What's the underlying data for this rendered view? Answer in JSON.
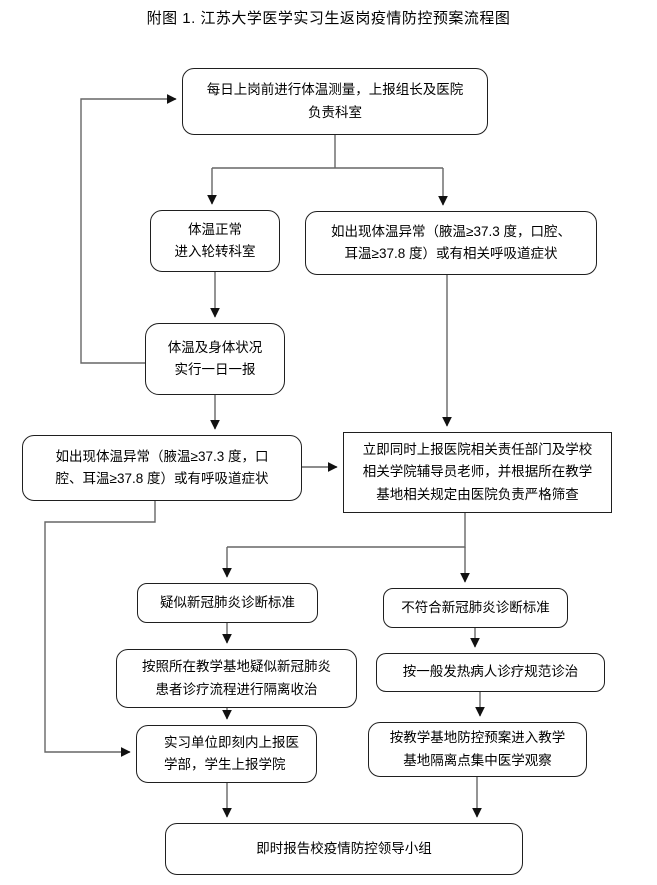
{
  "page": {
    "caption": "附图 1. 江苏大学医学实习生返岗疫情防控预案流程图"
  },
  "flowchart": {
    "nodes": {
      "daily_check": {
        "label": "每日上岗前进行体温测量，上报组长及医院\n负责科室"
      },
      "normal_temp": {
        "label": "体温正常\n进入轮转科室"
      },
      "abnormal_temp_duty": {
        "label": "如出现体温异常（腋温≥37.3 度，口腔、\n耳温≥37.8 度）或有相关呼吸道症状"
      },
      "daily_report": {
        "label": "体温及身体状况\n实行一日一报"
      },
      "abnormal_temp": {
        "label": "如出现体温异常（腋温≥37.3 度，口\n腔、耳温≥37.8 度）或有呼吸道症状"
      },
      "report_hospital": {
        "label": "立即同时上报医院相关责任部门及学校\n相关学院辅导员老师，并根据所在教学\n基地相关规定由医院负责严格筛查"
      },
      "suspected": {
        "label": "疑似新冠肺炎诊断标准"
      },
      "not_meet": {
        "label": "不符合新冠肺炎诊断标准"
      },
      "isolation": {
        "label": "按照所在教学基地疑似新冠肺炎\n患者诊疗流程进行隔离收治"
      },
      "fever_treatment": {
        "label": "按一般发热病人诊疗规范诊治"
      },
      "report_unit": {
        "label": "实习单位即刻内上报医\n学部，学生上报学院"
      },
      "observation": {
        "label": "按教学基地防控预案进入教学\n基地隔离点集中医学观察"
      },
      "leading_group": {
        "label": "即时报告校疫情防控领导小组"
      }
    },
    "edges": [
      {
        "from": "daily_check",
        "to": "normal_temp"
      },
      {
        "from": "daily_check",
        "to": "abnormal_temp_duty"
      },
      {
        "from": "normal_temp",
        "to": "daily_report"
      },
      {
        "from": "daily_report",
        "to": "daily_check"
      },
      {
        "from": "daily_report",
        "to": "abnormal_temp"
      },
      {
        "from": "abnormal_temp_duty",
        "to": "report_hospital"
      },
      {
        "from": "abnormal_temp",
        "to": "report_hospital"
      },
      {
        "from": "abnormal_temp",
        "to": "report_unit"
      },
      {
        "from": "report_hospital",
        "to": "suspected"
      },
      {
        "from": "report_hospital",
        "to": "not_meet"
      },
      {
        "from": "suspected",
        "to": "isolation"
      },
      {
        "from": "isolation",
        "to": "report_unit"
      },
      {
        "from": "not_meet",
        "to": "fever_treatment"
      },
      {
        "from": "fever_treatment",
        "to": "observation"
      },
      {
        "from": "report_unit",
        "to": "leading_group"
      },
      {
        "from": "observation",
        "to": "leading_group"
      }
    ],
    "colors": {
      "box_border": "#1f1f1f",
      "line": "#666666",
      "arrowhead": "#111111",
      "background": "#ffffff"
    }
  }
}
